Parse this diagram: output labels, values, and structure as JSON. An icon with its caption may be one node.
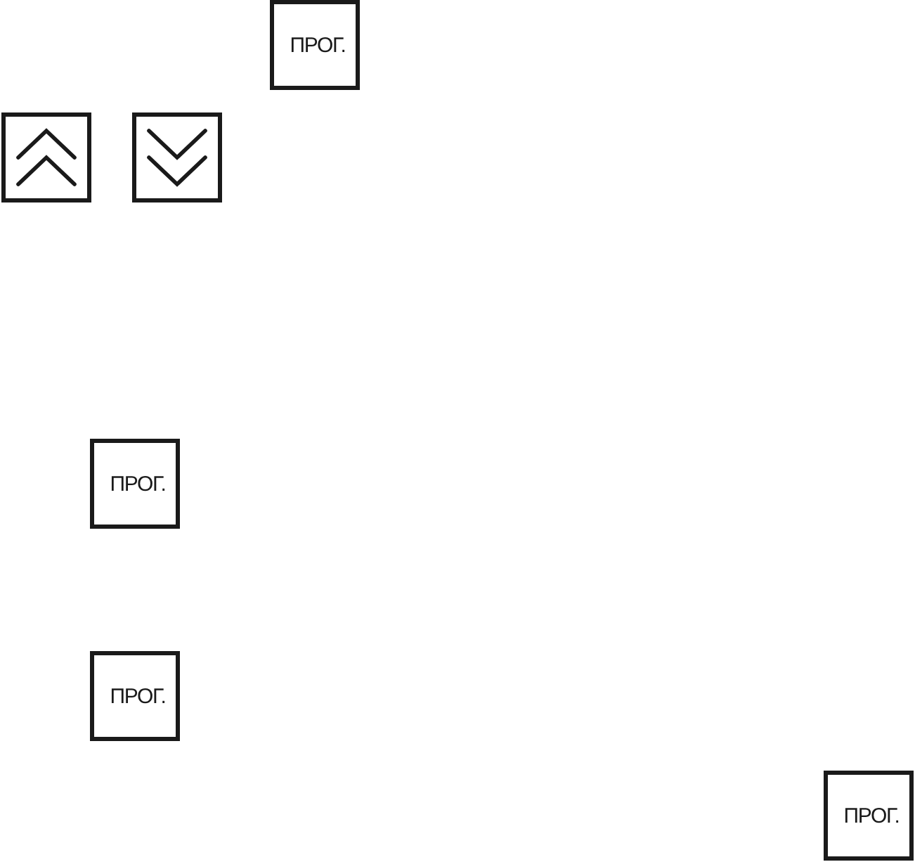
{
  "diagram": {
    "nodes": [
      {
        "text": [
          "ПРОГ."
        ]
      },
      {
        "text": [],
        "shape": "box"
      },
      {
        "text": [],
        "shape": "box"
      },
      {
        "text": [
          "ПРОГ."
        ]
      },
      {
        "text": [
          "ПРОГ."
        ]
      },
      {
        "text": [
          "ПРОГ."
        ]
      }
    ]
  }
}
